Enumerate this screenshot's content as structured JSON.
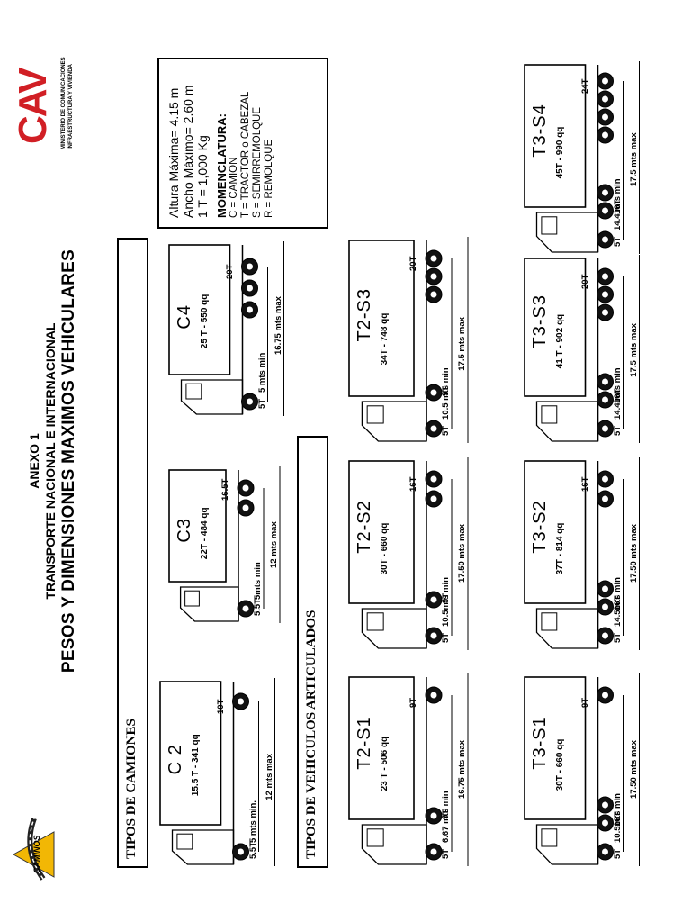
{
  "header": {
    "annex": "ANEXO 1",
    "subtitle": "TRANSPORTE NACIONAL E INTERNACIONAL",
    "title": "PESOS Y DIMENSIONES MAXIMOS VEHICULARES"
  },
  "logos": {
    "left": "CAMINOS",
    "right": "CAV",
    "ministry_line1": "MINISTERIO DE COMUNICACIONES",
    "ministry_line2": "INFRAESTRUCTURA Y VIVIENDA"
  },
  "sections": {
    "trucks": "TIPOS DE CAMIONES",
    "articulated": "TIPOS DE VEHICULOS ARTICULADOS"
  },
  "legend": {
    "max_height": "Altura Máxima= 4.15 m",
    "max_width": "Ancho Máximo= 2.60 m",
    "ton": "1 T = 1,000 Kg",
    "heading": "MOMENCLATURA:",
    "c": "C = CAMION",
    "t": "T = TRACTOR o CABEZAL",
    "s": "S = SEMIRREMOLQUE",
    "r": "R = REMOLQUE"
  },
  "trucks": [
    {
      "name": "C 2",
      "cap": "15.5 T - 341 qq",
      "front": "5.5T",
      "rear": "10T",
      "min": "5 mts min.",
      "max": "12 mts max"
    },
    {
      "name": "C3",
      "cap": "22T - 484 qq",
      "front": "5.5T",
      "rear": "16.5T",
      "min": "5mts min",
      "max": "12 mts max"
    },
    {
      "name": "C4",
      "cap": "25 T - 550 qq",
      "front": "5T",
      "rear": "20T",
      "min": "5 mts min",
      "max": "16.75 mts max"
    }
  ],
  "articulated": [
    {
      "name": "T2-S1",
      "cap": "23 T - 506 qq",
      "front": "5T",
      "mid": "9T",
      "rear": "9T",
      "min": "6.67 mts min",
      "max": "16.75 mts max"
    },
    {
      "name": "T2-S2",
      "cap": "30T - 660 qq",
      "front": "5T",
      "mid": "9T",
      "rear": "16T",
      "min": "10.5mts min",
      "max": "17.50 mts max"
    },
    {
      "name": "T2-S3",
      "cap": "34T - 748 qq",
      "front": "5T",
      "mid": "9T",
      "rear": "20T",
      "min": "10.5 mts min",
      "max": "17.5 mts max"
    },
    {
      "name": "T3-S1",
      "cap": "30T - 660 qq",
      "front": "5T",
      "mid": "16T",
      "rear": "9T",
      "min": "10.5mts min",
      "max": "17.50 mts max"
    },
    {
      "name": "T3-S2",
      "cap": "37T - 814 qq",
      "front": "5T",
      "mid": "16T",
      "rear": "16T",
      "min": "14.5mts min",
      "max": "17.50 mts max"
    },
    {
      "name": "T3-S3",
      "cap": "41 T - 902 qq",
      "front": "5T",
      "mid": "16T",
      "rear": "20T",
      "min": "14.4 mts min",
      "max": "17.5 mts max"
    },
    {
      "name": "T3-S4",
      "cap": "45T - 990 qq",
      "front": "5T",
      "mid": "16T",
      "rear": "24T",
      "min": "14.4 mts min",
      "max": "17.5 mts max"
    }
  ],
  "colors": {
    "cav_red": "#d11f25",
    "logo_yellow": "#f2b705"
  }
}
